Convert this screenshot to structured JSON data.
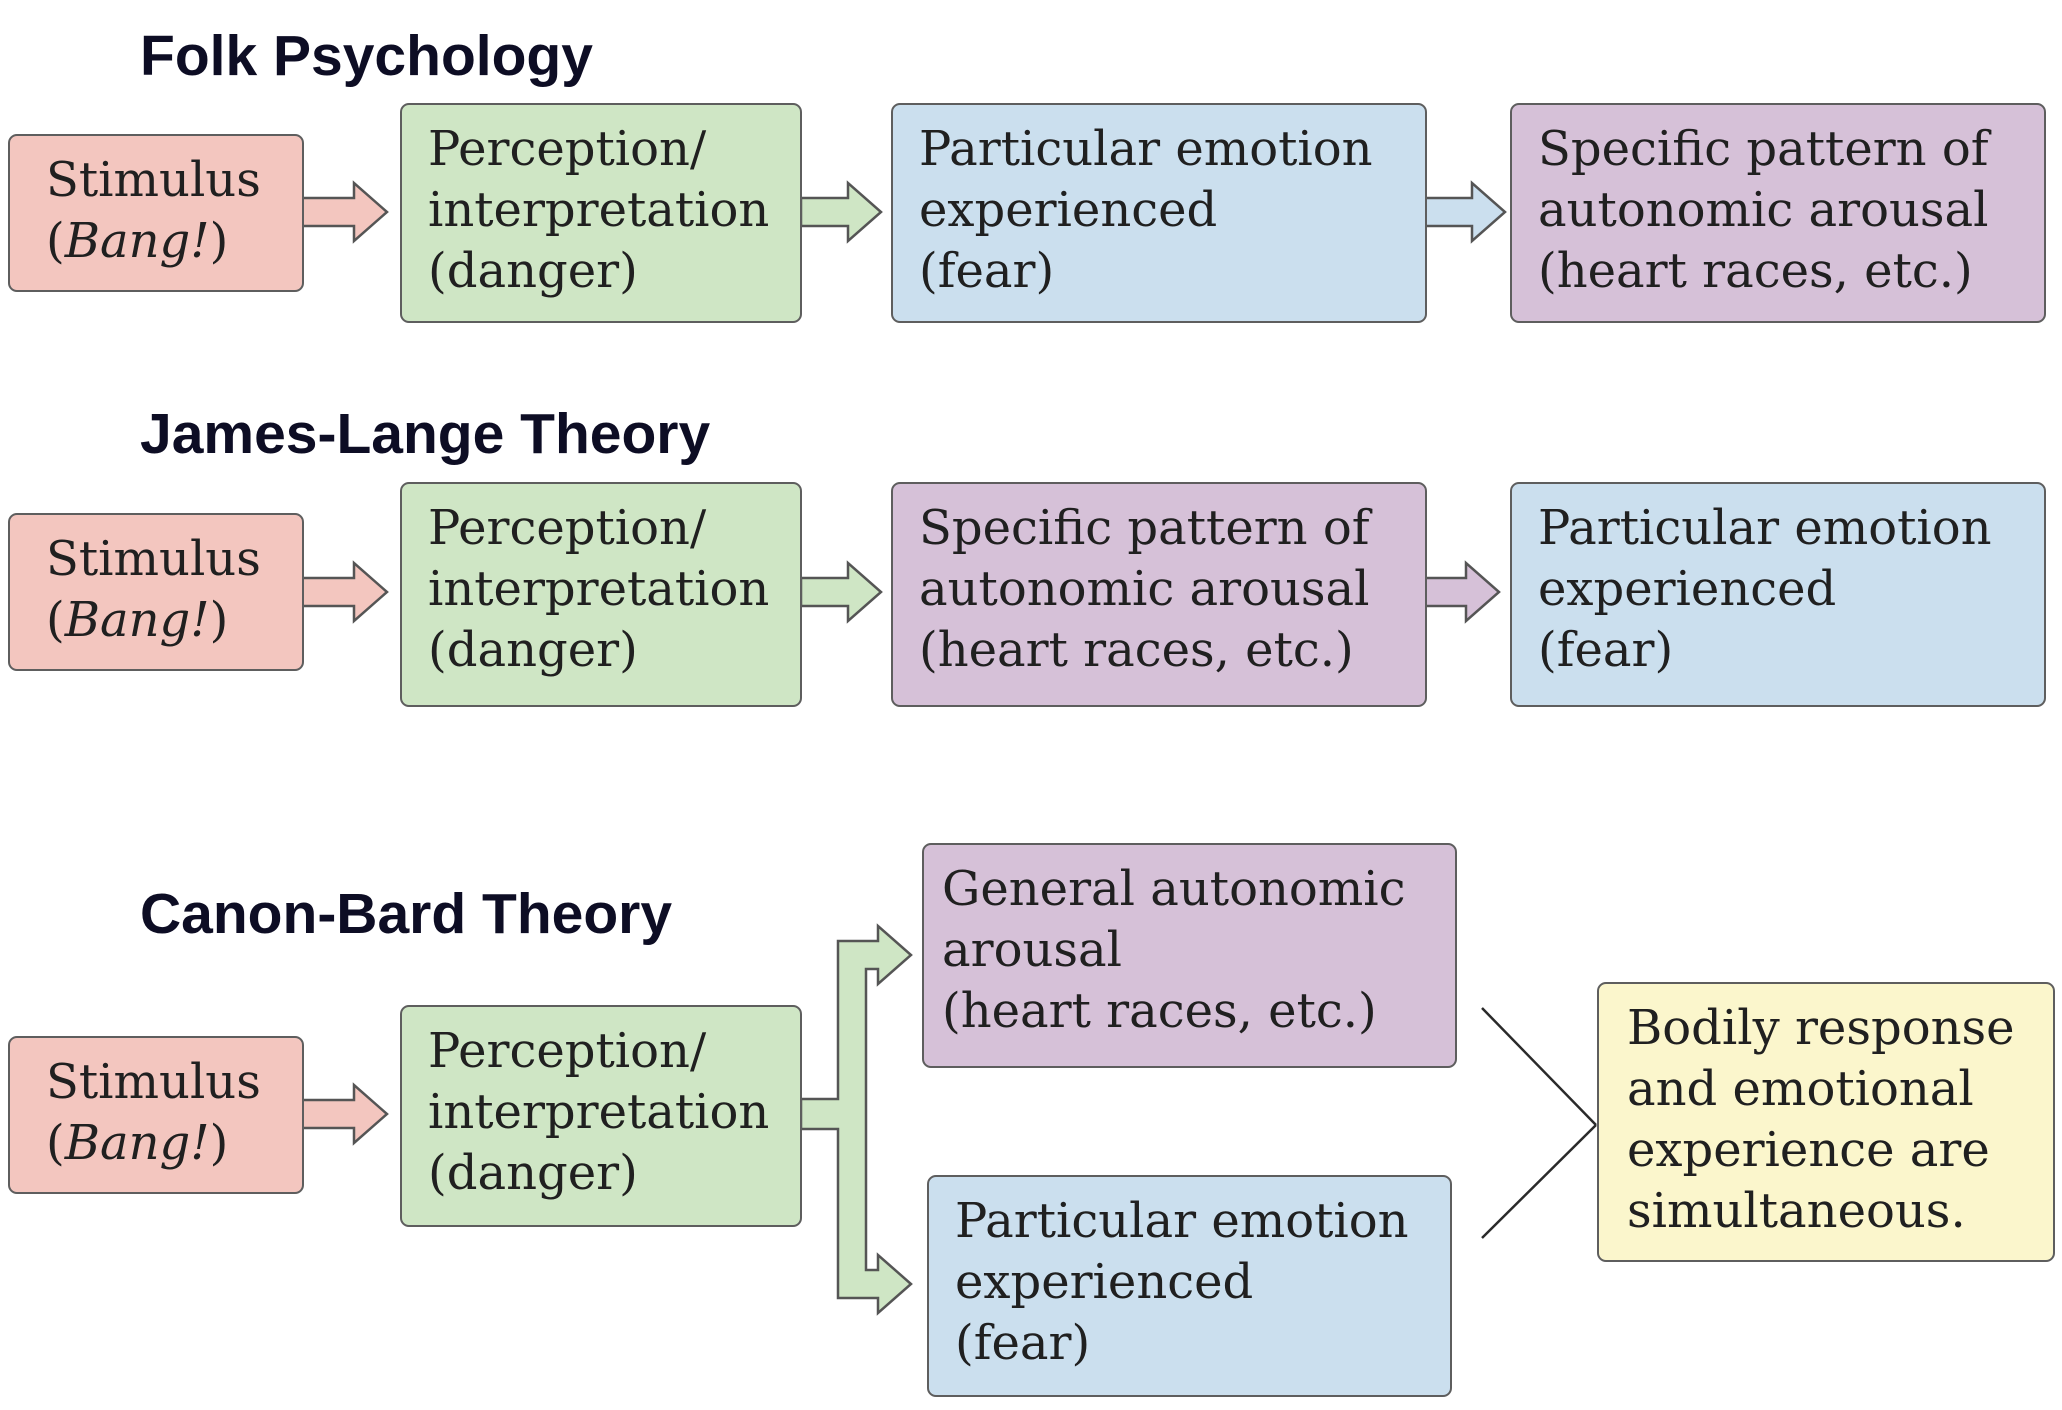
{
  "sections": {
    "folk": {
      "title": "Folk Psychology",
      "stimulus": {
        "line1": "Stimulus",
        "line2_open": "(",
        "line2_italic": "Bang!",
        "line2_close": ")"
      },
      "perception": {
        "line1": "Perception/",
        "line2": "interpretation",
        "line3": "(danger)"
      },
      "emotion": {
        "line1": "Particular emotion",
        "line2": "experienced",
        "line3": "(fear)"
      },
      "arousal": {
        "line1": "Specific pattern of",
        "line2": "autonomic arousal",
        "line3": "(heart races, etc.)"
      }
    },
    "james_lange": {
      "title": "James-Lange Theory",
      "stimulus": {
        "line1": "Stimulus",
        "line2_open": "(",
        "line2_italic": "Bang!",
        "line2_close": ")"
      },
      "perception": {
        "line1": "Perception/",
        "line2": "interpretation",
        "line3": "(danger)"
      },
      "arousal": {
        "line1": "Specific pattern of",
        "line2": "autonomic arousal",
        "line3": "(heart races, etc.)"
      },
      "emotion": {
        "line1": "Particular emotion",
        "line2": "experienced",
        "line3": "(fear)"
      }
    },
    "canon_bard": {
      "title": "Canon-Bard Theory",
      "stimulus": {
        "line1": "Stimulus",
        "line2_open": "(",
        "line2_italic": "Bang!",
        "line2_close": ")"
      },
      "perception": {
        "line1": "Perception/",
        "line2": "interpretation",
        "line3": "(danger)"
      },
      "arousal": {
        "line1": "General autonomic",
        "line2": "arousal",
        "line3": "(heart races, etc.)"
      },
      "emotion": {
        "line1": "Particular emotion",
        "line2": "experienced",
        "line3": "(fear)"
      },
      "result": {
        "line1": "Bodily response",
        "line2": "and emotional",
        "line3": "experience are",
        "line4": "simultaneous."
      }
    }
  },
  "colors": {
    "stimulus": "#f3c6bf",
    "perception": "#cfe6c5",
    "emotion": "#cbdfee",
    "arousal": "#d6c1d8",
    "result": "#fbf6cc",
    "heading_text": "#0d0d24"
  }
}
